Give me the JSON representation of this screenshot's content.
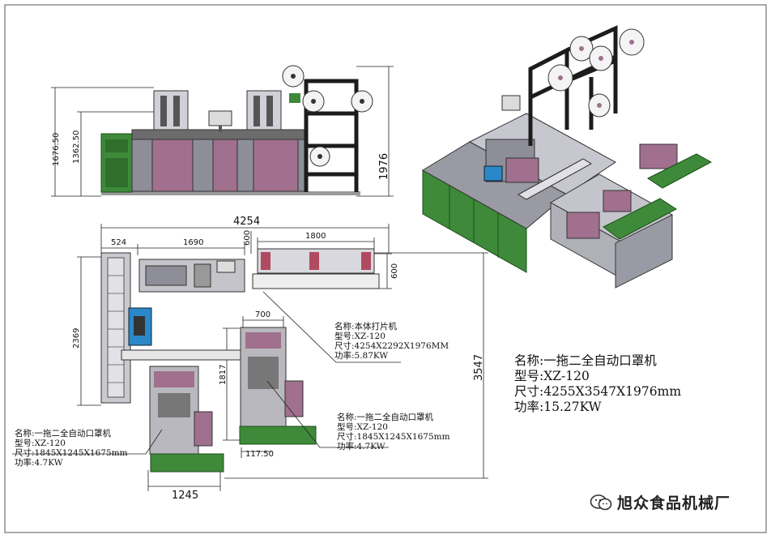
{
  "dimensions": {
    "h_1676": "1676.50",
    "h_1362": "1362.50",
    "h_1976": "1976",
    "w_4254": "4254",
    "w_524": "524",
    "w_1690": "1690",
    "w_600_top": "600",
    "w_1800": "1800",
    "h_600_right": "600",
    "h_2369": "2369",
    "w_700": "700",
    "h_1817": "1817",
    "h_3547": "3547",
    "w_117": "117.50",
    "w_1245": "1245"
  },
  "spec_main": {
    "name": "名称:本体打片机",
    "model": "型号:XZ-120",
    "size": "尺寸:4254X2292X1976MM",
    "power": "功率:5.87KW"
  },
  "spec_left": {
    "name": "名称:一拖二全自动口罩机",
    "model": "型号:XZ-120",
    "size": "尺寸:1845X1245X1675mm",
    "power": "功率:4.7KW"
  },
  "spec_right": {
    "name": "名称:一拖二全自动口罩机",
    "model": "型号:XZ-120",
    "size": "尺寸:1845X1245X1675mm",
    "power": "功率:4.7KW"
  },
  "spec_overall": {
    "name": "名称:一拖二全自动口罩机",
    "model": "型号:XZ-120",
    "size": "尺寸:4255X3547X1976mm",
    "power": "功率:15.27KW"
  },
  "watermark": {
    "icon": "wechat-icon",
    "text": "旭众食品机械厂"
  },
  "colors": {
    "cabinet_green": "#3e8a3a",
    "frame_black": "#1c1c1c",
    "panel_purple": "#a0708e",
    "panel_grey": "#8e8e98",
    "accent_blue": "#2a88c8",
    "roll_white": "#f4f4f4"
  }
}
